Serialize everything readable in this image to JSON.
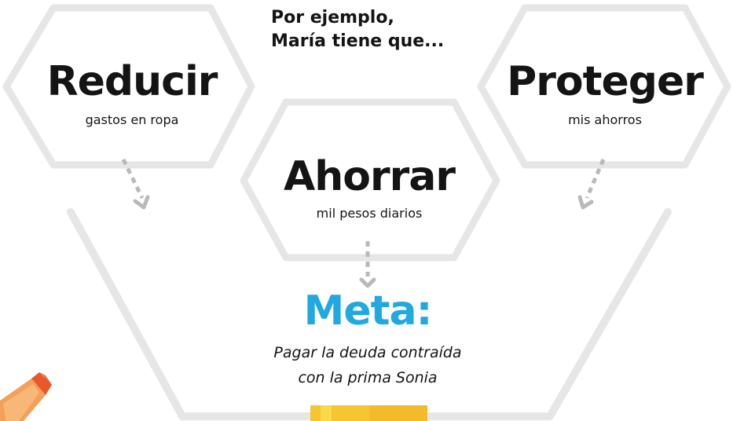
{
  "intro": {
    "line1": "Por ejemplo,",
    "line2": "María tiene que..."
  },
  "steps": [
    {
      "title": "Reducir",
      "subtitle": "gastos en ropa"
    },
    {
      "title": "Ahorrar",
      "subtitle": "mil pesos diarios"
    },
    {
      "title": "Proteger",
      "subtitle": "mis ahorros"
    }
  ],
  "goal": {
    "title": "Meta:",
    "line1": "Pagar la deuda contraída",
    "line2": "con la prima Sonia"
  },
  "colors": {
    "hexagon_outline": "#e6e6e6",
    "arrow": "#b9b9b9",
    "goal_title": "#20a8e0",
    "pencil_body": "#f5a05a",
    "pencil_tip": "#e8582a",
    "yellow_band": "#f7c531"
  }
}
